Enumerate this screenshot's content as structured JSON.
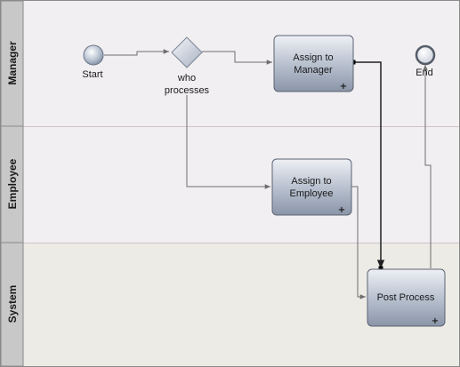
{
  "pool": {
    "lanes": [
      {
        "key": "manager",
        "label": "Manager",
        "bg": "#f1eff1"
      },
      {
        "key": "employee",
        "label": "Employee",
        "bg": "#f1eff1"
      },
      {
        "key": "system",
        "label": "System",
        "bg": "#ecebe5"
      }
    ],
    "lane_header_bg": "#c8c8c8",
    "lane_border": "#8a8a8a",
    "lane_separator": "#cfc3c8"
  },
  "nodes": {
    "start": {
      "label": "Start"
    },
    "gateway": {
      "label_line1": "who",
      "label_line2": "processes"
    },
    "end": {
      "label": "End"
    },
    "task_assign_manager": {
      "line1": "Assign to",
      "line2": "Manager",
      "marker": "+"
    },
    "task_assign_employee": {
      "line1": "Assign to",
      "line2": "Employee",
      "marker": "+"
    },
    "task_post_process": {
      "line1": "Post Process",
      "marker": "+"
    }
  },
  "colors": {
    "task_gradient_top": "#e4e8f0",
    "task_gradient_bottom": "#8d98ab",
    "task_border": "#5b6373",
    "flow_line": "#6e6e6e",
    "selected_flow": "#202020"
  }
}
